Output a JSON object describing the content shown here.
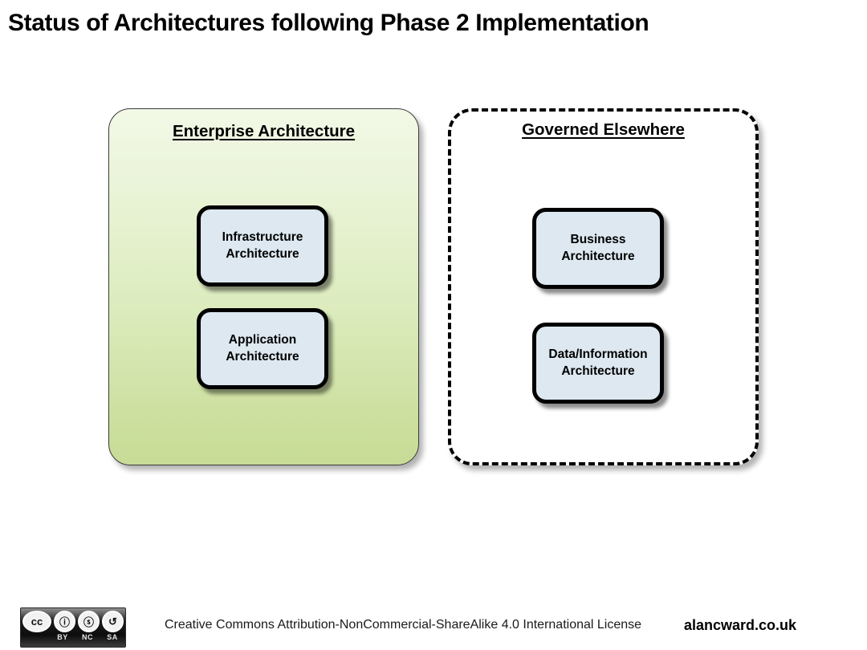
{
  "slide": {
    "title": "Status of Architectures following Phase 2 Implementation"
  },
  "groups": [
    {
      "id": "enterprise",
      "title": "Enterprise Architecture",
      "style": "solid-green-gradient",
      "border_color": "#3a3a3a",
      "fill_top": "#f2f8e6",
      "fill_bottom": "#c7dc97",
      "boxes": [
        {
          "id": "infrastructure",
          "label": "Infrastructure\nArchitecture"
        },
        {
          "id": "application",
          "label": "Application\nArchitecture"
        }
      ]
    },
    {
      "id": "governed",
      "title": "Governed Elsewhere",
      "style": "dashed-white",
      "border_color": "#000000",
      "fill_top": "#ffffff",
      "fill_bottom": "#ffffff",
      "boxes": [
        {
          "id": "business",
          "label": "Business\nArchitecture"
        },
        {
          "id": "datainfo",
          "label": "Data/Information\nArchitecture"
        }
      ]
    }
  ],
  "box_style": {
    "fill": "#dde8f0",
    "border": "#000000"
  },
  "footer": {
    "badge": {
      "name": "creative-commons-badge",
      "marks": [
        "CC",
        "BY",
        "NC",
        "SA"
      ],
      "glyphs": [
        "cc",
        "ⓘ",
        "ⓢ",
        "↺"
      ],
      "labels": [
        "BY",
        "NC",
        "SA"
      ]
    },
    "license_text": "Creative Commons Attribution-NonCommercial-ShareAlike 4.0 International License",
    "site_credit": "alancward.co.uk"
  }
}
